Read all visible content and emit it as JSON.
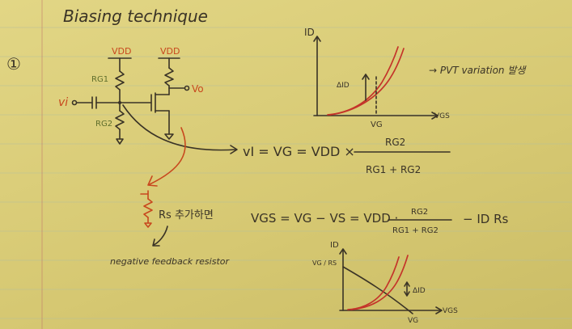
{
  "title": "Biasing technique",
  "item_number": "①",
  "circuit": {
    "vdd_left": "VDD",
    "vdd_right": "VDD",
    "rg1": "RG1",
    "rg2": "RG2",
    "vi": "vi",
    "vo": "Vo"
  },
  "graph_top": {
    "y_label": "ID",
    "x_label": "VGS",
    "marker_label": "VG",
    "delta_label": "ΔID"
  },
  "pvt_note": "→ PVT variation 발생",
  "equation1": {
    "lhs": "vI = VG = VDD ×",
    "numerator": "RG2",
    "denominator": "RG1 + RG2"
  },
  "rs_note": "Rs 추가하면",
  "equation2": {
    "lhs": "VGS = VG − VS = VDD ·",
    "numerator": "RG2",
    "denominator": "RG1 + RG2",
    "tail": "− ID Rs"
  },
  "feedback_note": "negative feedback resistor",
  "graph_bottom": {
    "y_label": "ID",
    "y_tick": "VG / RS",
    "x_label": "VGS",
    "x_tick": "VG",
    "delta_label": "ΔID"
  }
}
